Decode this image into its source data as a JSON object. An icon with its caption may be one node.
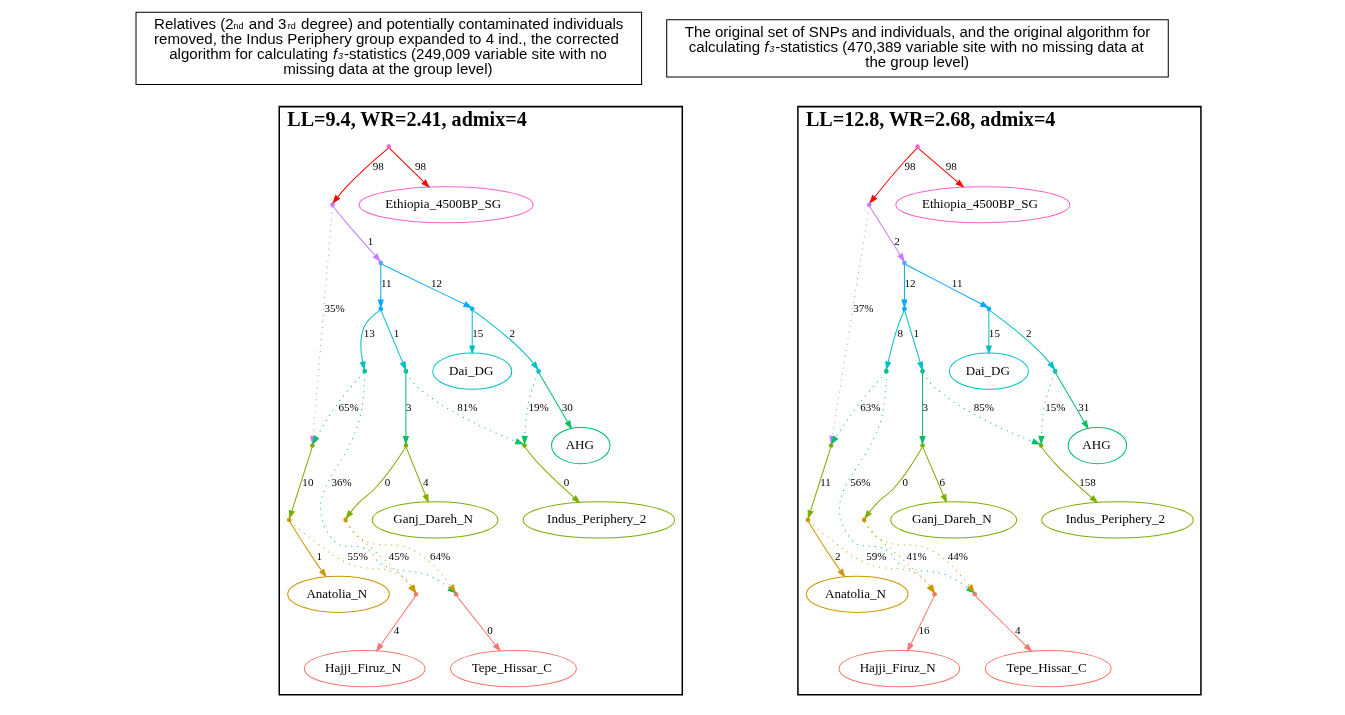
{
  "diagram": {
    "nodes": [
      {
        "text": [
          "Relatives (2$^{nd}$ and 3$^{rd}$ degree) and potentially contaminated individuals removed, the Indus Periphery group expanded to 4 ind., the corrected algorithm for calculating *f$_{3}$*-statistics (249,009 variable site with no missing data at the group level)"
        ]
      },
      {
        "text": [
          "The original set of SNPs and individuals, and the original algorithm for calculating *f$_{3}$*-statistics (470,389 variable site with no missing data at the group level)"
        ]
      },
      {
        "text": [
          "LL=9.4, WR=2.41, admix=4"
        ]
      },
      {
        "text": [],
        "shape": "circle",
        "in": 2
      },
      {
        "text": [],
        "shape": "circle",
        "in": 2
      },
      {
        "text": [
          "Ethiopia_4500BP_SG"
        ],
        "in": 2
      },
      {
        "text": [],
        "shape": "circle",
        "in": 2
      },
      {
        "text": [],
        "shape": "circle",
        "in": 2
      },
      {
        "text": [],
        "shape": "circle",
        "in": 2
      },
      {
        "text": [],
        "shape": "circle",
        "in": 2
      },
      {
        "text": [
          "Dai_DG"
        ],
        "in": 2
      },
      {
        "text": [],
        "shape": "circle",
        "in": 2
      },
      {
        "text": [],
        "shape": "circle",
        "in": 2
      },
      {
        "text": [],
        "shape": "circle",
        "in": 2
      },
      {
        "text": [
          "AHG"
        ],
        "in": 2
      },
      {
        "text": [],
        "shape": "circle",
        "in": 2
      },
      {
        "text": [],
        "shape": "circle",
        "in": 2
      },
      {
        "text": [
          "Indus_Periphery_2"
        ],
        "in": 2
      },
      {
        "text": [
          "Ganj_Dareh_N"
        ],
        "in": 2
      },
      {
        "text": [],
        "shape": "circle",
        "in": 2
      },
      {
        "text": [],
        "shape": "circle",
        "in": 2
      },
      {
        "text": [],
        "shape": "circle",
        "in": 2
      },
      {
        "text": [],
        "shape": "circle",
        "in": 2
      },
      {
        "text": [
          "Anatolia_N"
        ],
        "in": 2
      },
      {
        "text": [
          "Tepe_Hissar_C"
        ],
        "in": 2
      },
      {
        "text": [
          "Hajji_Firuz_N"
        ],
        "in": 2
      },
      {
        "text": [
          "LL=12.8, WR=2.68, admix=4"
        ]
      },
      {
        "text": [],
        "shape": "circle",
        "in": 26
      },
      {
        "text": [],
        "shape": "circle",
        "in": 26
      },
      {
        "text": [
          "Ethiopia_4500BP_SG"
        ],
        "in": 26
      },
      {
        "text": [],
        "shape": "circle",
        "in": 26
      },
      {
        "text": [],
        "shape": "circle",
        "in": 26
      },
      {
        "text": [],
        "shape": "circle",
        "in": 26
      },
      {
        "text": [],
        "shape": "circle",
        "in": 26
      },
      {
        "text": [
          "Dai_DG"
        ],
        "in": 26
      },
      {
        "text": [],
        "shape": "circle",
        "in": 26
      },
      {
        "text": [],
        "shape": "circle",
        "in": 26
      },
      {
        "text": [],
        "shape": "circle",
        "in": 26
      },
      {
        "text": [
          "AHG"
        ],
        "in": 26
      },
      {
        "text": [],
        "shape": "circle",
        "in": 26
      },
      {
        "text": [],
        "shape": "circle",
        "in": 26
      },
      {
        "text": [
          "Indus_Periphery_2"
        ],
        "in": 26
      },
      {
        "text": [
          "Ganj_Dareh_N"
        ],
        "in": 26
      },
      {
        "text": [],
        "shape": "circle",
        "in": 26
      },
      {
        "text": [],
        "shape": "circle",
        "in": 26
      },
      {
        "text": [],
        "shape": "circle",
        "in": 26
      },
      {
        "text": [],
        "shape": "circle",
        "in": 26
      },
      {
        "text": [
          "Anatolia_N"
        ],
        "in": 26
      },
      {
        "text": [
          "Tepe_Hissar_C"
        ],
        "in": 26
      },
      {
        "text": [
          "Hajji_Firuz_N"
        ],
        "in": 26
      }
    ],
    "edges": [
      {
        "from": 3,
        "to": 4,
        "arrow": "to",
        "label": "98",
        "color": "#ff0000"
      },
      {
        "from": 3,
        "to": 5,
        "arrow": "to",
        "label": "98",
        "color": "#ff0000"
      },
      {
        "from": 4,
        "to": 6,
        "arrow": "to",
        "label": "1",
        "color": "#c77cff"
      },
      {
        "from": 4,
        "to": 16,
        "arrow": "to",
        "label": "35%",
        "color": "#c77cff",
        "style": "dashed"
      },
      {
        "from": 6,
        "to": 7,
        "arrow": "to",
        "label": "12",
        "color": "#00a9ff"
      },
      {
        "from": 6,
        "to": 8,
        "arrow": "to",
        "label": "11",
        "color": "#00a9ff"
      },
      {
        "from": 7,
        "to": 9,
        "arrow": "to",
        "label": "2",
        "color": "#00bfc4"
      },
      {
        "from": 7,
        "to": 10,
        "arrow": "to",
        "label": "15",
        "color": "#00bfc4"
      },
      {
        "from": 8,
        "to": 11,
        "arrow": "to",
        "label": "1",
        "color": "#00bfc4"
      },
      {
        "from": 8,
        "to": 12,
        "arrow": "to",
        "label": "13",
        "color": "#00bfc4"
      },
      {
        "from": 9,
        "to": 14,
        "arrow": "to",
        "label": "30",
        "color": "#00be67"
      },
      {
        "from": 9,
        "to": 13,
        "arrow": "to",
        "label": "19%",
        "color": "#00be67",
        "style": "dashed"
      },
      {
        "from": 11,
        "to": 13,
        "arrow": "to",
        "label": "81%",
        "color": "#00be67",
        "style": "dashed"
      },
      {
        "from": 11,
        "to": 15,
        "arrow": "to",
        "label": "3",
        "color": "#00be67"
      },
      {
        "from": 12,
        "to": 16,
        "arrow": "to",
        "label": "65%",
        "color": "#00be67",
        "style": "dashed"
      },
      {
        "from": 12,
        "to": 21,
        "arrow": "to",
        "label": "36%",
        "color": "#00be67",
        "style": "dashed"
      },
      {
        "from": 13,
        "to": 17,
        "arrow": "to",
        "label": "0",
        "color": "#7cae00"
      },
      {
        "from": 15,
        "to": 18,
        "arrow": "to",
        "label": "4",
        "color": "#7cae00"
      },
      {
        "from": 15,
        "to": 19,
        "arrow": "to",
        "label": "0",
        "color": "#7cae00"
      },
      {
        "from": 16,
        "to": 20,
        "arrow": "to",
        "label": "10",
        "color": "#7cae00"
      },
      {
        "from": 19,
        "to": 21,
        "arrow": "to",
        "label": "64%",
        "color": "#cd9600",
        "style": "dashed"
      },
      {
        "from": 19,
        "to": 22,
        "arrow": "to",
        "label": "45%",
        "color": "#cd9600",
        "style": "dashed"
      },
      {
        "from": 20,
        "to": 22,
        "arrow": "to",
        "label": "55%",
        "color": "#cd9600",
        "style": "dashed"
      },
      {
        "from": 20,
        "to": 23,
        "arrow": "to",
        "label": "1",
        "color": "#cd9600"
      },
      {
        "from": 21,
        "to": 24,
        "arrow": "to",
        "label": "0",
        "color": "#f8766d"
      },
      {
        "from": 22,
        "to": 25,
        "arrow": "to",
        "label": "4",
        "color": "#f8766d"
      },
      {
        "from": 27,
        "to": 28,
        "arrow": "to",
        "label": "98",
        "color": "#ff0000"
      },
      {
        "from": 27,
        "to": 29,
        "arrow": "to",
        "label": "98",
        "color": "#ff0000"
      },
      {
        "from": 28,
        "to": 30,
        "arrow": "to",
        "label": "2",
        "color": "#c77cff"
      },
      {
        "from": 28,
        "to": 40,
        "arrow": "to",
        "label": "37%",
        "color": "#c77cff",
        "style": "dashed"
      },
      {
        "from": 30,
        "to": 31,
        "arrow": "to",
        "label": "11",
        "color": "#00a9ff"
      },
      {
        "from": 30,
        "to": 32,
        "arrow": "to",
        "label": "12",
        "color": "#00a9ff"
      },
      {
        "from": 31,
        "to": 33,
        "arrow": "to",
        "label": "2",
        "color": "#00bfc4"
      },
      {
        "from": 31,
        "to": 34,
        "arrow": "to",
        "label": "15",
        "color": "#00bfc4"
      },
      {
        "from": 32,
        "to": 35,
        "arrow": "to",
        "label": "1",
        "color": "#00bfc4"
      },
      {
        "from": 32,
        "to": 36,
        "arrow": "to",
        "label": "8",
        "color": "#00bfc4"
      },
      {
        "from": 33,
        "to": 38,
        "arrow": "to",
        "label": "31",
        "color": "#00be67"
      },
      {
        "from": 33,
        "to": 37,
        "arrow": "to",
        "label": "15%",
        "color": "#00be67",
        "style": "dashed"
      },
      {
        "from": 35,
        "to": 37,
        "arrow": "to",
        "label": "85%",
        "color": "#00be67",
        "style": "dashed"
      },
      {
        "from": 35,
        "to": 39,
        "arrow": "to",
        "label": "3",
        "color": "#00be67"
      },
      {
        "from": 36,
        "to": 40,
        "arrow": "to",
        "label": "63%",
        "color": "#00be67",
        "style": "dashed"
      },
      {
        "from": 36,
        "to": 45,
        "arrow": "to",
        "label": "56%",
        "color": "#00be67",
        "style": "dashed"
      },
      {
        "from": 37,
        "to": 41,
        "arrow": "to",
        "label": "158",
        "color": "#7cae00"
      },
      {
        "from": 39,
        "to": 42,
        "arrow": "to",
        "label": "6",
        "color": "#7cae00"
      },
      {
        "from": 39,
        "to": 43,
        "arrow": "to",
        "label": "0",
        "color": "#7cae00"
      },
      {
        "from": 40,
        "to": 44,
        "arrow": "to",
        "label": "11",
        "color": "#7cae00"
      },
      {
        "from": 43,
        "to": 45,
        "arrow": "to",
        "label": "44%",
        "color": "#cd9600",
        "style": "dashed"
      },
      {
        "from": 43,
        "to": 46,
        "arrow": "to",
        "label": "41%",
        "color": "#cd9600",
        "style": "dashed"
      },
      {
        "from": 44,
        "to": 46,
        "arrow": "to",
        "label": "59%",
        "color": "#cd9600",
        "style": "dashed"
      },
      {
        "from": 44,
        "to": 47,
        "arrow": "to",
        "label": "2",
        "color": "#cd9600"
      },
      {
        "from": 45,
        "to": 48,
        "arrow": "to",
        "label": "4",
        "color": "#f8766d"
      },
      {
        "from": 46,
        "to": 49,
        "arrow": "to",
        "label": "16",
        "color": "#f8766d"
      }
    ]
  }
}
